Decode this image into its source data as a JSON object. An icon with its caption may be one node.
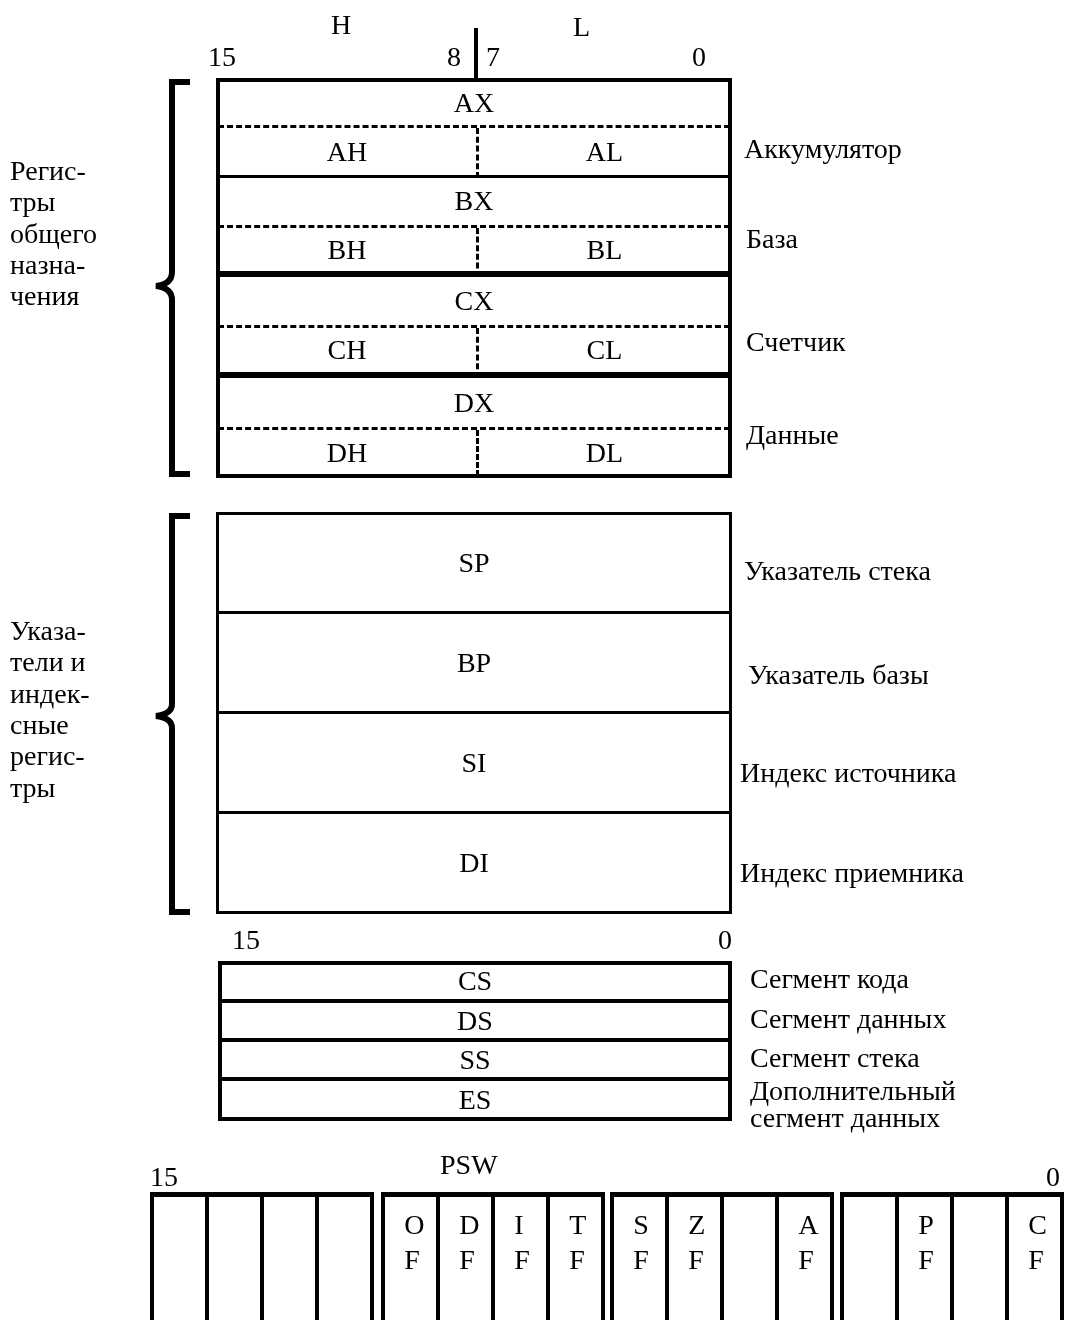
{
  "diagram": {
    "nodes": [
      {
        "text": [
          "AX"
        ],
        "beside": [
          "Аккумулятор"
        ]
      },
      {
        "text": [
          "AH"
        ]
      },
      {
        "text": [
          "AL"
        ]
      },
      {
        "text": [
          "BX"
        ],
        "beside": [
          "База"
        ]
      },
      {
        "text": [
          "BH"
        ]
      },
      {
        "text": [
          "BL"
        ]
      },
      {
        "text": [
          "CX"
        ],
        "beside": [
          "Счетчик"
        ]
      },
      {
        "text": [
          "CH"
        ]
      },
      {
        "text": [
          "CL"
        ]
      },
      {
        "text": [
          "DX"
        ],
        "beside": [
          "Данные"
        ]
      },
      {
        "text": [
          "DH"
        ]
      },
      {
        "text": [
          "DL"
        ]
      },
      {
        "text": [
          "SP"
        ],
        "beside": [
          "Указатель стека"
        ]
      },
      {
        "text": [
          "BP"
        ],
        "beside": [
          "Указатель базы"
        ]
      },
      {
        "text": [
          "SI"
        ],
        "beside": [
          "Индекс источника"
        ]
      },
      {
        "text": [
          "DI"
        ]
      },
      {
        "text": [
          "CS"
        ],
        "beside": [
          "Сегмент кода"
        ]
      },
      {
        "text": [
          "DS"
        ],
        "beside": [
          "Сегмент данных"
        ]
      },
      {
        "text": [
          "SS"
        ],
        "beside": [
          "Сегмент стека"
        ]
      },
      {
        "text": [
          "ES"
        ]
      },
      {
        "text": [],
        "shape": "box"
      },
      {
        "text": [],
        "shape": "box"
      },
      {
        "text": [],
        "shape": "box"
      },
      {
        "text": [],
        "shape": "box"
      },
      {
        "text": [
          "O F"
        ]
      },
      {
        "text": [
          "D F"
        ]
      },
      {
        "text": [
          "I F"
        ]
      },
      {
        "text": [
          "T F"
        ]
      },
      {
        "text": [
          "S F"
        ]
      },
      {
        "text": [
          "Z F"
        ]
      },
      {
        "text": [],
        "shape": "box"
      },
      {
        "text": [
          "A F"
        ]
      },
      {
        "text": [],
        "shape": "box"
      },
      {
        "text": [
          "P F"
        ]
      },
      {
        "text": [],
        "shape": "box"
      },
      {
        "text": [
          "C F"
        ]
      }
    ],
    "labels": [
      "H",
      "L",
      "15",
      "8",
      "7",
      "0",
      "Регис- тры общего назна- чения",
      "Указа- тели и индек- сные регис- тры",
      "Индекс приемника",
      "15",
      "0",
      "Дополнительный сегмент данных",
      "PSW",
      "15",
      "0"
    ]
  }
}
